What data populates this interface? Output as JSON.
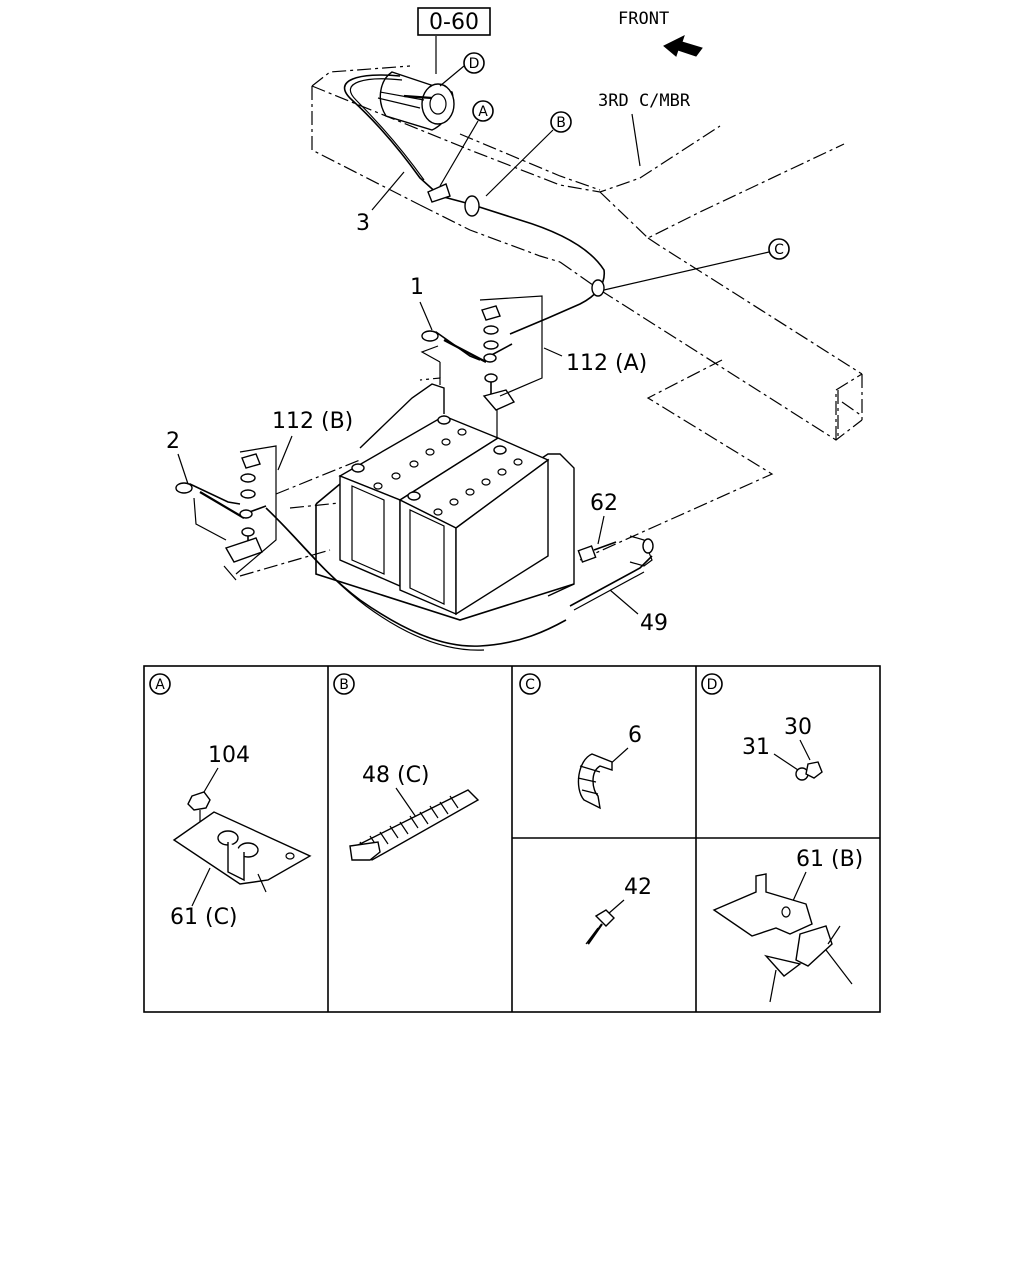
{
  "ref_box": "0-60",
  "front_label": "FRONT",
  "member_label": "3RD C/MBR",
  "callouts": {
    "A": "A",
    "B": "B",
    "C": "C",
    "D": "D"
  },
  "parts": {
    "p1": "1",
    "p2": "2",
    "p3": "3",
    "p112a": "112 (A)",
    "p112b": "112 (B)",
    "p62": "62",
    "p49": "49",
    "p104": "104",
    "p61c": "61 (C)",
    "p48c": "48 (C)",
    "p6": "6",
    "p30": "30",
    "p31": "31",
    "p42": "42",
    "p61b": "61 (B)"
  },
  "detail_panels": [
    {
      "id": "A",
      "label": "A"
    },
    {
      "id": "B",
      "label": "B"
    },
    {
      "id": "C",
      "label": "C"
    },
    {
      "id": "D",
      "label": "D"
    }
  ]
}
